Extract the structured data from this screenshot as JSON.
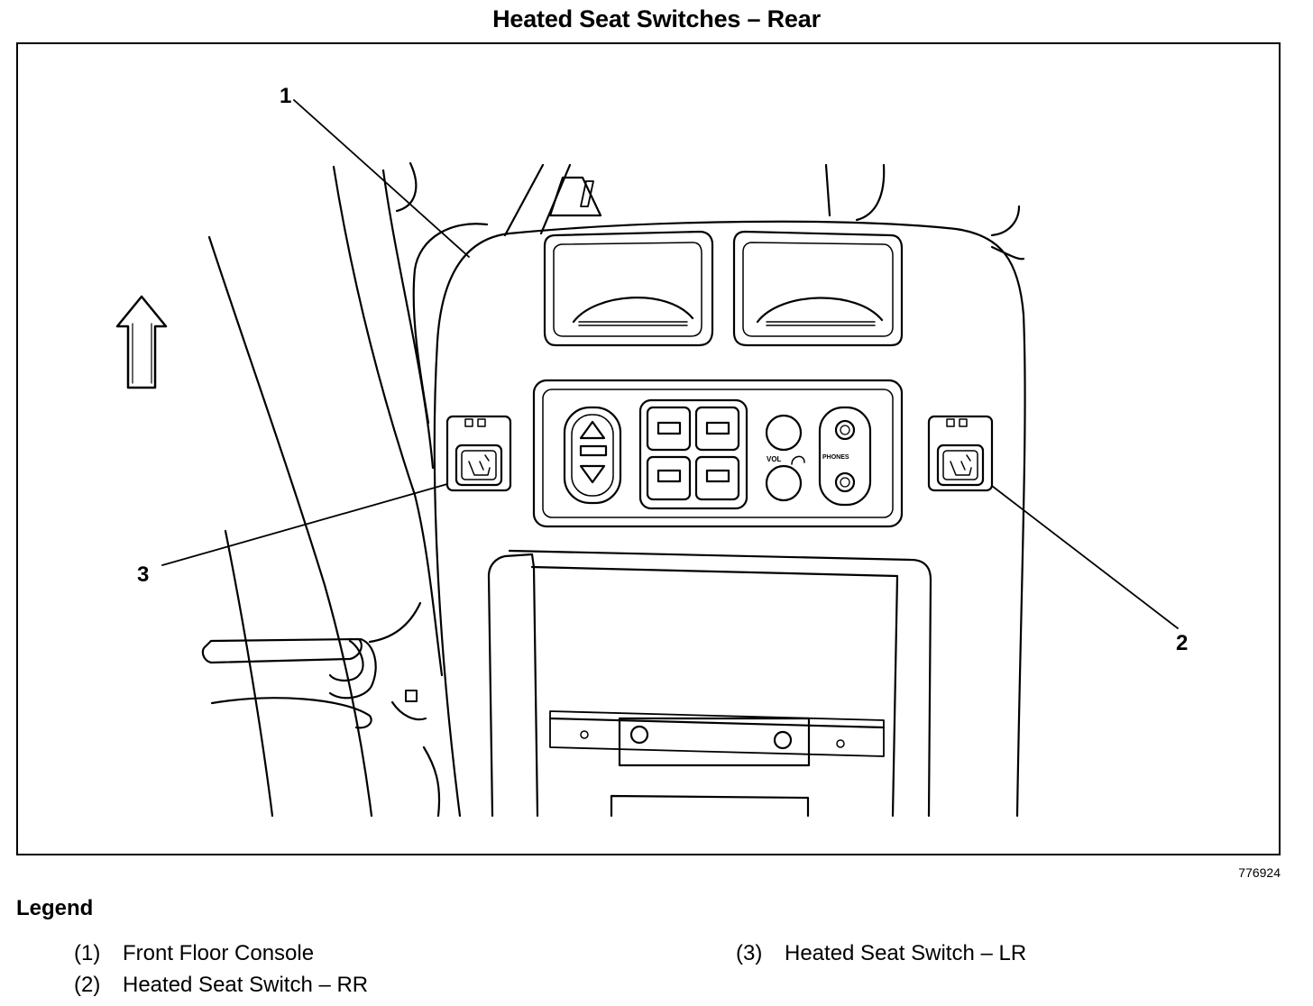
{
  "title": "Heated Seat Switches – Rear",
  "figure_id": "776924",
  "callouts": [
    "1",
    "2",
    "3"
  ],
  "panel_labels": {
    "vol": "VOL",
    "phones": "PHONES"
  },
  "legend": {
    "heading": "Legend",
    "items": [
      {
        "num": "(1)",
        "text": "Front Floor Console"
      },
      {
        "num": "(2)",
        "text": "Heated Seat Switch – RR"
      },
      {
        "num": "(3)",
        "text": "Heated Seat Switch – LR"
      }
    ]
  }
}
